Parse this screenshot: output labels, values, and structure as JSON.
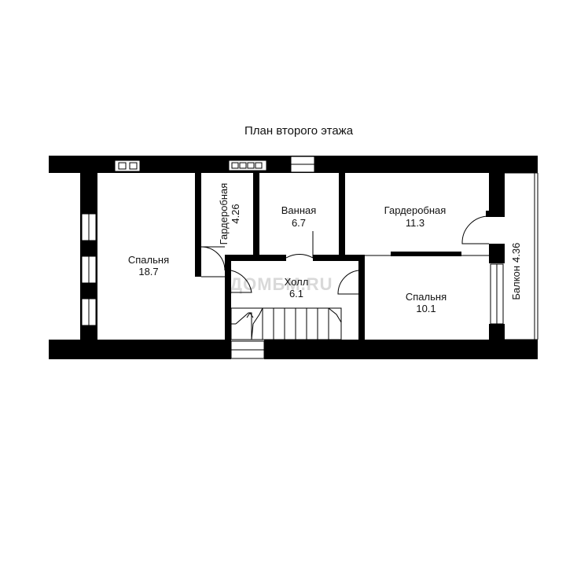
{
  "title": "План второго этажа",
  "watermark": "ДОМБМ.RU",
  "colors": {
    "wall": "#000000",
    "background": "#ffffff",
    "window": "#ffffff",
    "watermark": "#d9d9d9"
  },
  "rooms": {
    "bedroom_large": {
      "name": "Спальня",
      "area": "18.7"
    },
    "wardrobe_small": {
      "name": "Гардеробная",
      "area": "4.26"
    },
    "bathroom": {
      "name": "Ванная",
      "area": "6.7"
    },
    "wardrobe_large": {
      "name": "Гардеробная",
      "area": "11.3"
    },
    "hall": {
      "name": "Холл",
      "area": "6.1"
    },
    "bedroom_small": {
      "name": "Спальня",
      "area": "10.1"
    },
    "balcony": {
      "name": "Балкон",
      "area": "4.36"
    }
  }
}
